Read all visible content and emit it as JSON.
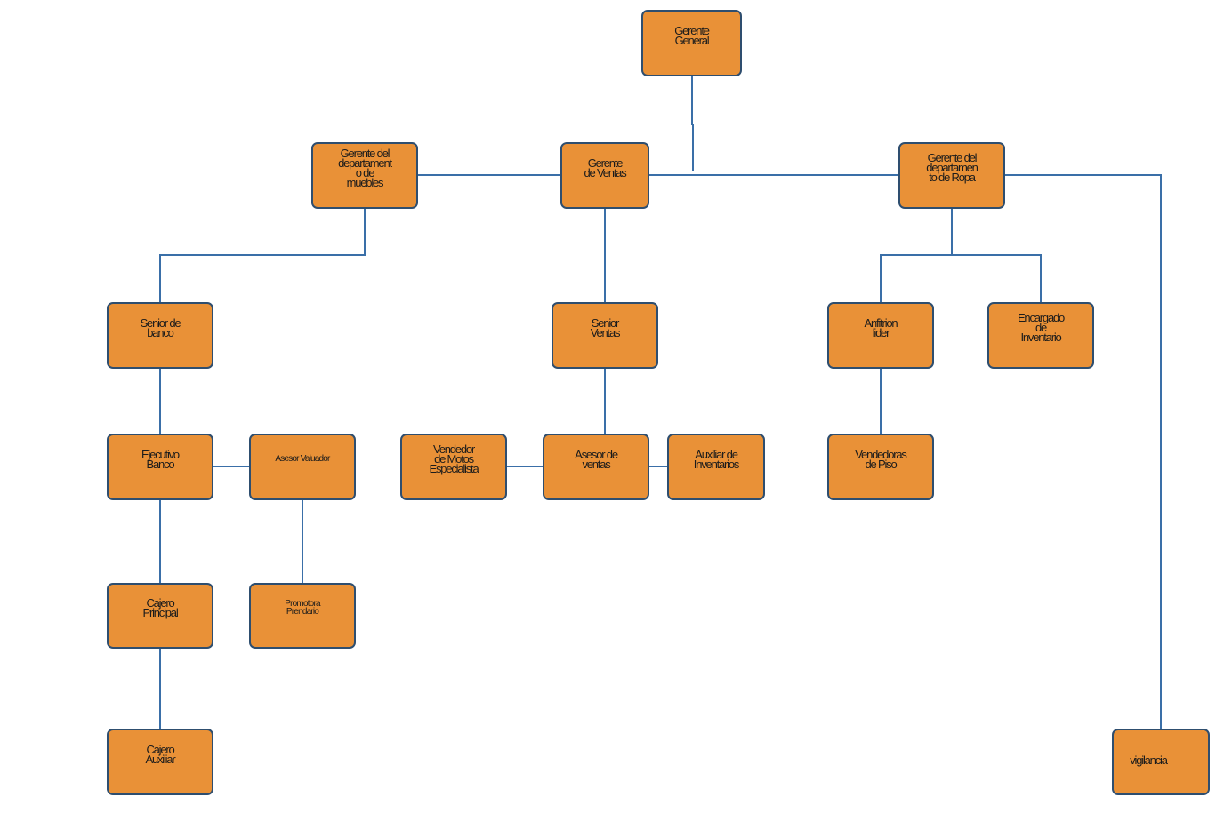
{
  "colors": {
    "node_fill": "#e99137",
    "node_border": "#2e4e6f",
    "connector": "#3a6fa8",
    "text": "#1b1b1b"
  },
  "nodes": {
    "gerente_general": "Gerente\nGeneral",
    "gerente_muebles": "Gerente del\ndepartament\no de\nmuebles",
    "gerente_ventas": "Gerente\nde Ventas",
    "gerente_ropa": "Gerente del\ndepartamen\nto de Ropa",
    "senior_banco": "Senior de\nbanco",
    "senior_ventas": "Senior\nVentas",
    "anfitrion_lider": "Anfitrion\nlider",
    "encargado_inventario": "Encargado\nde\nInventario",
    "ejecutivo_banco": "Ejecutivo\nBanco",
    "asesor_valuador": "Asesor Valuador",
    "vendedor_motos": "Vendedor\nde Motos\nEspecialista",
    "asesor_ventas": "Asesor de\nventas",
    "auxiliar_inventarios": "Auxiliar de\nInventarios",
    "vendedoras_piso": "Vendedoras\nde Piso",
    "cajero_principal": "Cajero\nPrincipal",
    "promotora_prendario": "Promotora\nPrendario",
    "cajero_auxiliar": "Cajero\nAuxiliar",
    "vigilancia": "vigilancia"
  }
}
